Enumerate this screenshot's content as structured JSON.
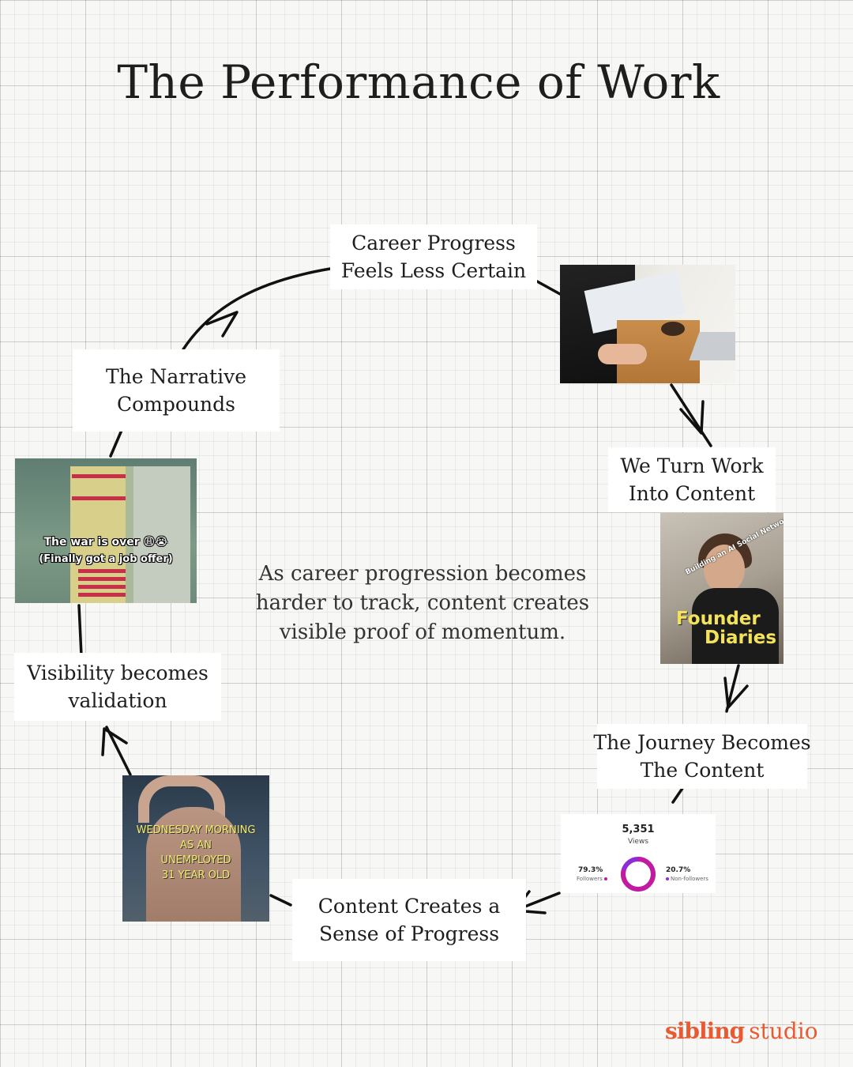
{
  "title": "The Performance of Work",
  "steps": [
    {
      "lines": [
        "Career Progress",
        "Feels Less Certain"
      ]
    },
    {
      "lines": [
        "We Turn Work",
        "Into Content"
      ]
    },
    {
      "lines": [
        "The Journey Becomes",
        "The Content"
      ]
    },
    {
      "lines": [
        "Content Creates a",
        "Sense of Progress"
      ]
    },
    {
      "lines": [
        "Visibility becomes",
        "validation"
      ]
    },
    {
      "lines": [
        "The Narrative",
        "Compounds"
      ]
    }
  ],
  "center_text": "As career progression becomes harder to track, content creates visible proof of momentum.",
  "images": {
    "founder": {
      "tag": "Building an AI Social Network",
      "title_lines": [
        "Founder",
        "Diaries"
      ]
    },
    "sheet": {
      "caption1": "The war is over 😩😭",
      "caption2": "(Finally got a job offer)"
    },
    "wednesday": {
      "caption_lines": [
        "WEDNESDAY MORNING",
        "AS AN",
        "UNEMPLOYED",
        "31 YEAR OLD"
      ]
    },
    "views_card": {
      "count": "5,351",
      "label": "Views",
      "followers_pct": "79.3%",
      "followers_label": "Followers",
      "nonfollowers_pct": "20.7%",
      "nonfollowers_label": "Non-followers",
      "followers_share": 0.793,
      "ring_colors": [
        "#c21aa0",
        "#8e2bd6"
      ]
    }
  },
  "brand": {
    "part1": "sibling",
    "part2": "studio",
    "color": "#ea5a32"
  }
}
